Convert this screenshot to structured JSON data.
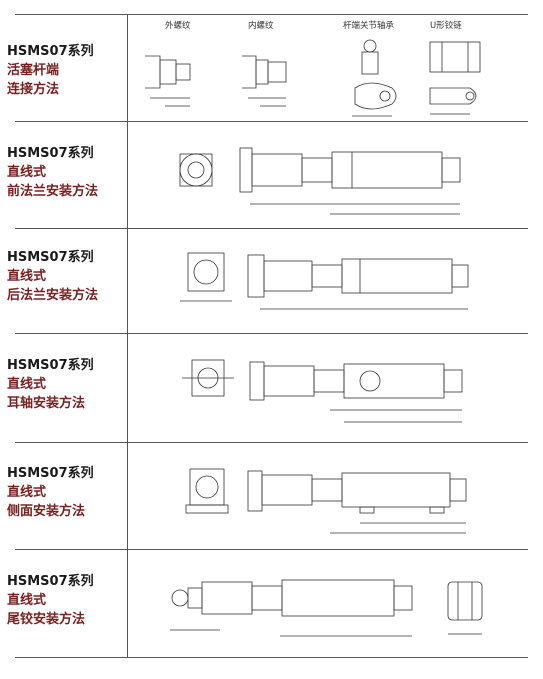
{
  "rows": [
    {
      "series": "HSMS07系列",
      "line1": "活塞杆端",
      "line2": "连接方法",
      "captions": [
        "外螺纹",
        "内螺纹",
        "杆端关节轴承",
        "U形铰链"
      ]
    },
    {
      "series": "HSMS07系列",
      "line1": "直线式",
      "line2": "前法兰安装方法"
    },
    {
      "series": "HSMS07系列",
      "line1": "直线式",
      "line2": "后法兰安装方法"
    },
    {
      "series": "HSMS07系列",
      "line1": "直线式",
      "line2": "耳轴安装方法"
    },
    {
      "series": "HSMS07系列",
      "line1": "直线式",
      "line2": "侧面安装方法"
    },
    {
      "series": "HSMS07系列",
      "line1": "直线式",
      "line2": "尾铰安装方法"
    }
  ]
}
